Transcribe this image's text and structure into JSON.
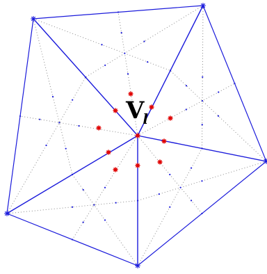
{
  "labels": {
    "main": "V",
    "subscript": "l"
  },
  "colors": {
    "edge": "#1a1adb",
    "dotted": "#8a8a8a",
    "vertex": "#1a1adb",
    "red_point": "#e00000",
    "background": "#ffffff"
  },
  "icons": {
    "outer_vertex": "asterisk-marker",
    "red_point": "asterisk-marker",
    "midpoint": "small-dot"
  }
}
